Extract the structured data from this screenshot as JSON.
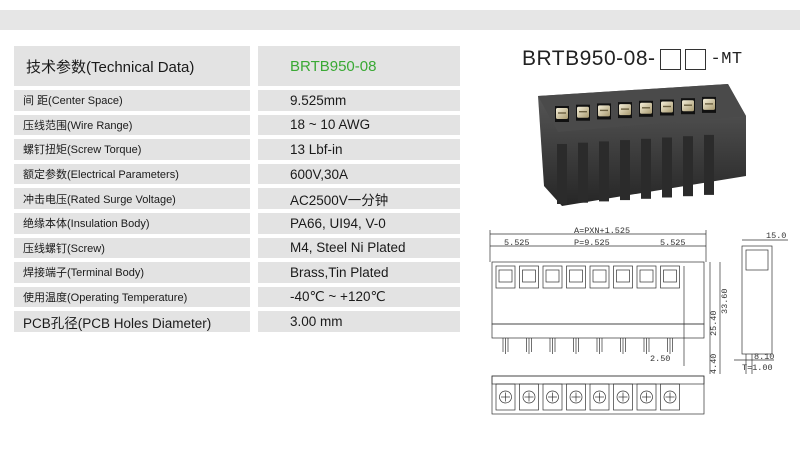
{
  "spec": {
    "header": {
      "label": "技术参数(Technical Data)",
      "value": "BRTB950-08"
    },
    "rows": [
      {
        "label": "间    距(Center Space)",
        "value": "9.525mm"
      },
      {
        "label": "压线范围(Wire Range)",
        "value": "18 ~ 10 AWG"
      },
      {
        "label": "螺钉扭矩(Screw Torque)",
        "value": "13 Lbf-in"
      },
      {
        "label": "额定参数(Electrical Parameters)",
        "value": "600V,30A"
      },
      {
        "label": "冲击电压(Rated Surge Voltage)",
        "value": "AC2500V一分钟"
      },
      {
        "label": "绝缘本体(Insulation Body)",
        "value": "PA66, UI94, V-0"
      },
      {
        "label": "压线螺钉(Screw)",
        "value": "M4, Steel Ni Plated"
      },
      {
        "label": "焊接端子(Terminal Body)",
        "value": "Brass,Tin Plated"
      },
      {
        "label": "使用温度(Operating Temperature)",
        "value": "-40℃ ~ +120℃"
      },
      {
        "label": "PCB孔径(PCB Holes Diameter)",
        "value": "3.00  mm"
      }
    ]
  },
  "model": {
    "prefix": "BRTB950-08-",
    "suffix": "-MT"
  },
  "drawing": {
    "dim_total": "A=PXN+1.525",
    "dim_left": "5.525",
    "dim_pitch": "P=9.525",
    "dim_right": "5.525",
    "dim_height1": "25.40",
    "dim_height2": "33.60",
    "dim_pin": "4.40",
    "dim_gap": "2.50",
    "dim_side_w": "15.0",
    "dim_side_b": "8.10",
    "dim_side_t": "T=1.00"
  }
}
